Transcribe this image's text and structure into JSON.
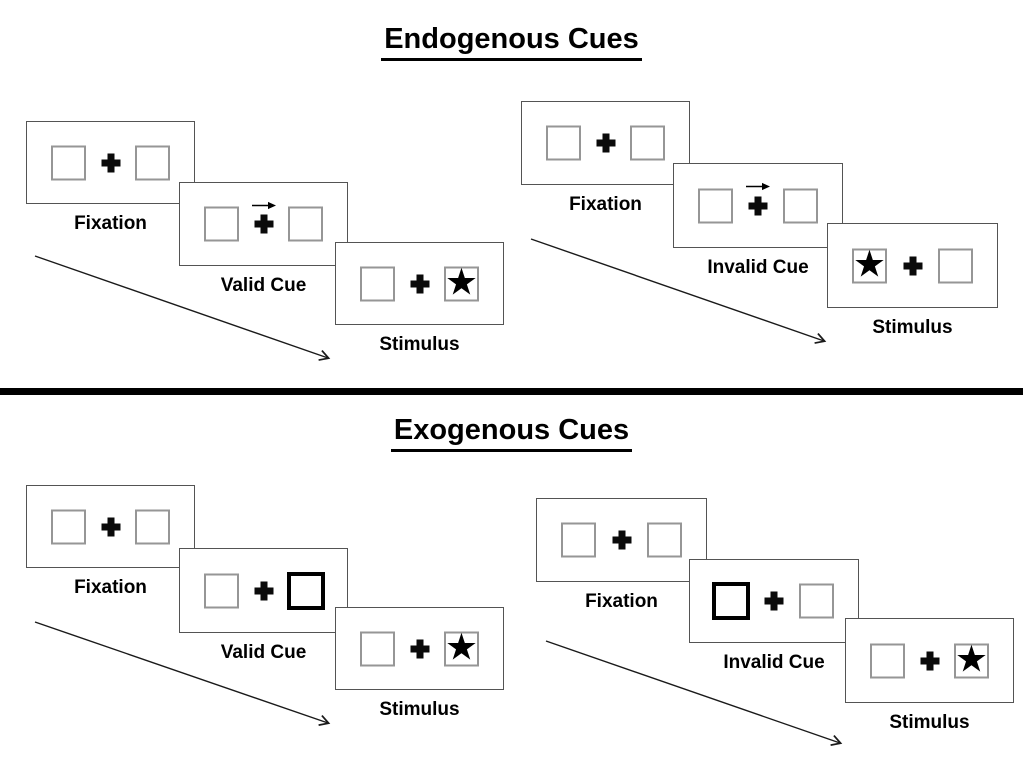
{
  "glyphs": {
    "star": "★"
  },
  "colors": {
    "ink": "#000000",
    "panel_border": "#545454",
    "box_border": "#969696",
    "divider": "#000000"
  },
  "sections": [
    {
      "id": "endogenous",
      "title": "Endogenous Cues",
      "sequences": [
        {
          "name": "valid",
          "cue_type": "central-arrow",
          "cue_direction": "right",
          "target_side": "right",
          "steps": [
            {
              "label": "Fixation"
            },
            {
              "label": "Valid Cue"
            },
            {
              "label": "Stimulus"
            }
          ]
        },
        {
          "name": "invalid",
          "cue_type": "central-arrow",
          "cue_direction": "right",
          "target_side": "left",
          "steps": [
            {
              "label": "Fixation"
            },
            {
              "label": "Invalid Cue"
            },
            {
              "label": "Stimulus"
            }
          ]
        }
      ]
    },
    {
      "id": "exogenous",
      "title": "Exogenous Cues",
      "sequences": [
        {
          "name": "valid",
          "cue_type": "peripheral-box-highlight",
          "cue_side": "right",
          "target_side": "right",
          "steps": [
            {
              "label": "Fixation"
            },
            {
              "label": "Valid Cue"
            },
            {
              "label": "Stimulus"
            }
          ]
        },
        {
          "name": "invalid",
          "cue_type": "peripheral-box-highlight",
          "cue_side": "left",
          "target_side": "right",
          "steps": [
            {
              "label": "Fixation"
            },
            {
              "label": "Invalid Cue"
            },
            {
              "label": "Stimulus"
            }
          ]
        }
      ]
    }
  ]
}
